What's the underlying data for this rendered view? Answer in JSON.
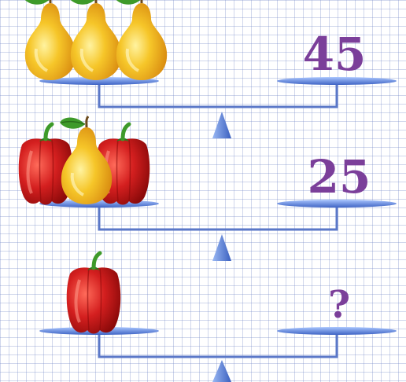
{
  "puzzle": {
    "rows": [
      {
        "left_items": [
          "pear",
          "pear",
          "pear"
        ],
        "right_value": "45"
      },
      {
        "left_items": [
          "pepper",
          "pear",
          "pepper"
        ],
        "right_value": "25"
      },
      {
        "left_items": [
          "pepper"
        ],
        "right_value": "?"
      }
    ]
  },
  "colors": {
    "label": "#7b3f9a",
    "scale": "#5b78c8",
    "pear": "#f2b21f",
    "pepper": "#d41f1f",
    "leaf": "#3e9a2a"
  }
}
